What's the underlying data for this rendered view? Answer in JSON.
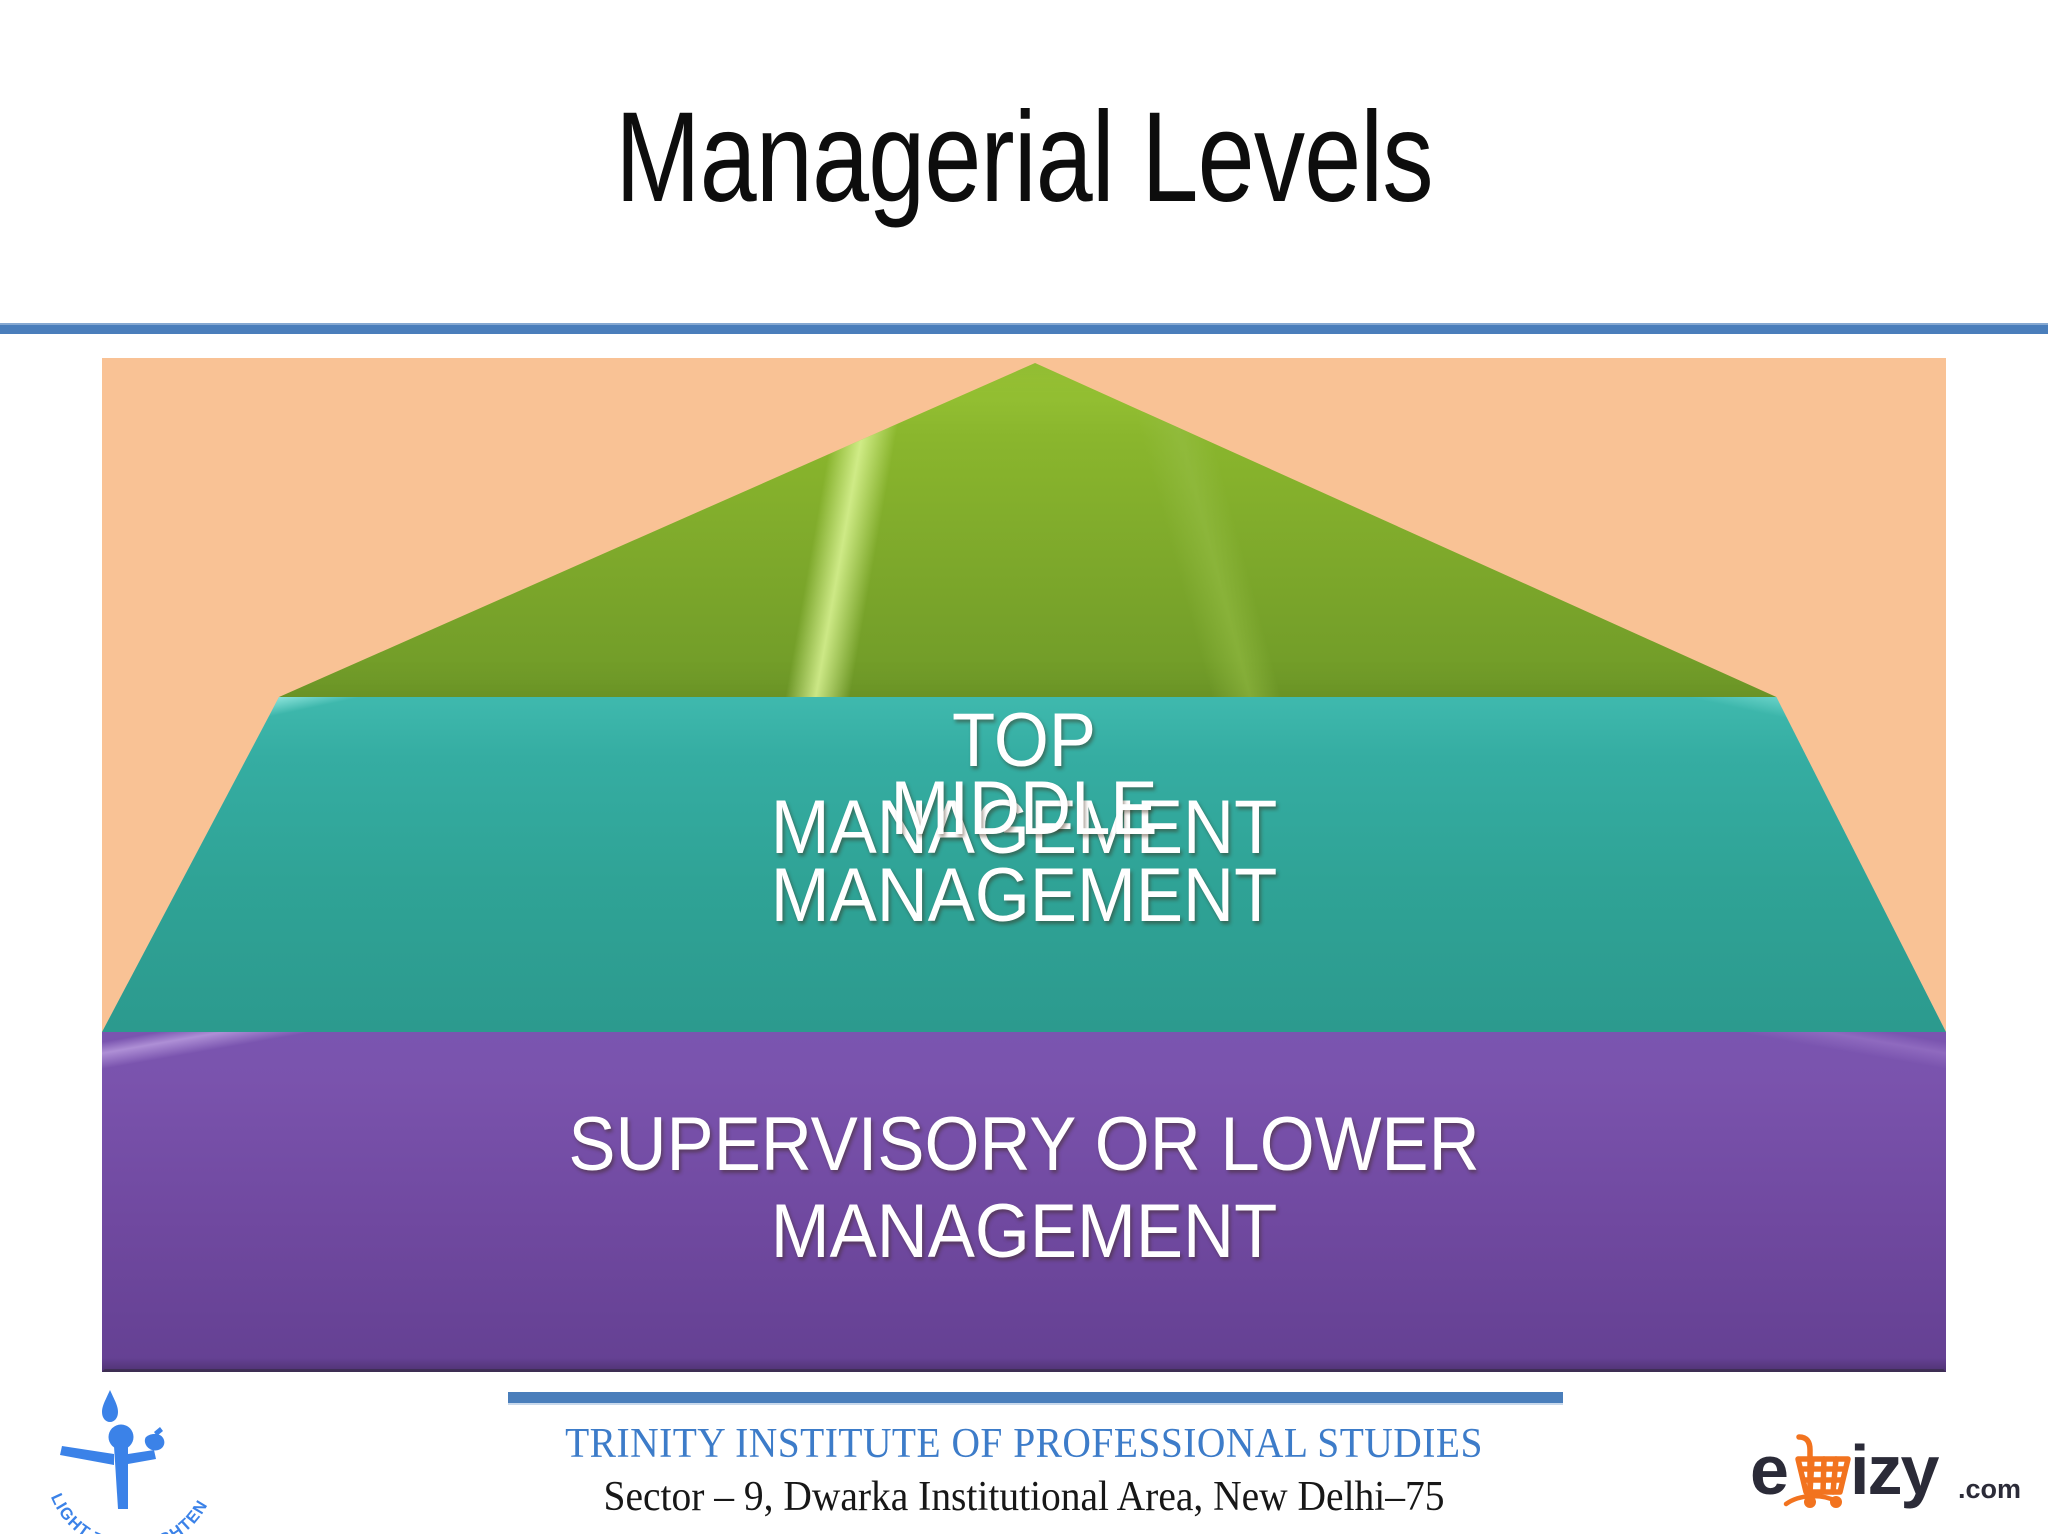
{
  "slide": {
    "title": "Managerial Levels"
  },
  "pyramid": {
    "background_color": "#f9c295",
    "tiers": [
      {
        "id": "top-management",
        "label": "TOP\nMANAGEMENT",
        "color": "#8ab62d",
        "level": 1
      },
      {
        "id": "middle-management",
        "label": "MIDDLE\nMANAGEMENT",
        "color": "#2fa396",
        "level": 2
      },
      {
        "id": "lower-management",
        "label": "SUPERVISORY OR LOWER\nMANAGEMENT",
        "color": "#7049a0",
        "level": 3
      }
    ]
  },
  "footer": {
    "institute": "TRINITY INSTITUTE OF PROFESSIONAL STUDIES",
    "address": "Sector – 9, Dwarka Institutional Area, New Delhi–75",
    "rule_color": "#4a7ebb",
    "institute_color": "#3d7cc9"
  },
  "logos": {
    "tips": {
      "name": "tips-logo",
      "tagline": "LIGHT TO ENLIGHTEN",
      "color": "#3b82e8"
    },
    "ebizy": {
      "name": "ebizy-logo",
      "text": "e",
      "text2": "izy",
      "suffix": ".com",
      "dark_color": "#2b2b38",
      "cart_color": "#f2731f"
    }
  },
  "colors": {
    "title_rule": "#4a7ebb",
    "title_text": "#0d0d0d",
    "label_text": "#ffffff"
  }
}
